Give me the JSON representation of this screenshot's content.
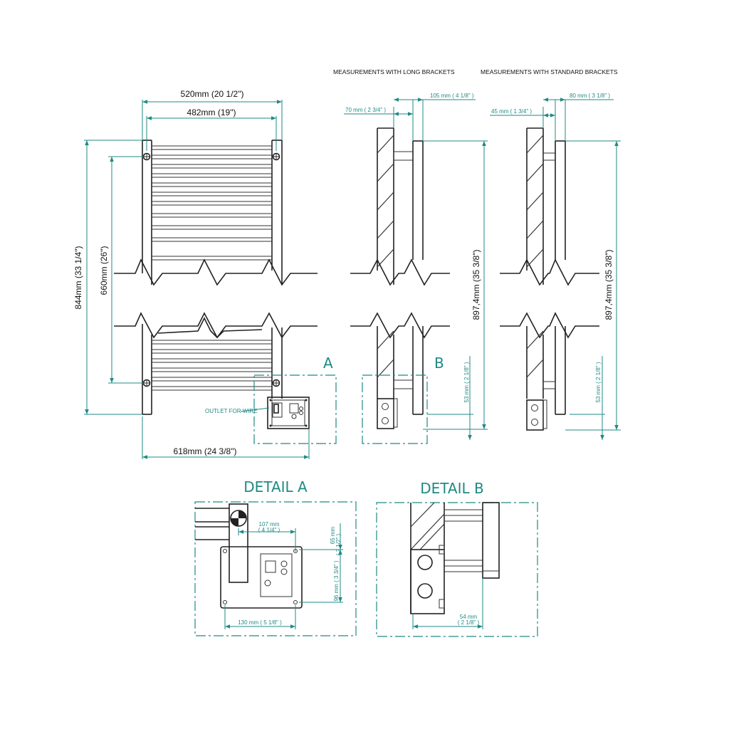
{
  "headers": {
    "long": "MEASUREMENTS WITH LONG BRACKETS",
    "standard": "MEASUREMENTS WITH STANDARD BRACKETS"
  },
  "front": {
    "width_outer": "520mm (20 1/2\")",
    "width_inner": "482mm (19\")",
    "height_total": "844mm (33 1/4\")",
    "height_centers": "660mm (26\")",
    "depth_total": "618mm (24 3/8\")",
    "outlet": "OUTLET FOR WIRE",
    "detail_marker": "A"
  },
  "side_long": {
    "top_outer": "105 mm ( 4 1/8\" )",
    "top_inner": "70 mm ( 2 3/4\" )",
    "height": "897,4mm (35 3/8\")",
    "bottom": "53 mm ( 2 1/8\" )",
    "detail_marker": "B"
  },
  "side_standard": {
    "top_outer": "80 mm ( 3 1/8\" )",
    "top_inner": "45 mm ( 1 3/4\" )",
    "height": "897,4mm (35 3/8\")",
    "bottom": "53 mm ( 2 1/8\" )"
  },
  "detail_a": {
    "title": "DETAIL A",
    "d1_mm": "107 mm",
    "d1_in": "( 4 1/4\" )",
    "d2_mm": "65 mm",
    "d2_in": "( 2 1/2\" )",
    "d3": "96 mm ( 3 3/4\" )",
    "d4": "130 mm ( 5 1/8\" )"
  },
  "detail_b": {
    "title": "DETAIL B",
    "d1_mm": "54 mm",
    "d1_in": "( 2 1/8\" )"
  }
}
